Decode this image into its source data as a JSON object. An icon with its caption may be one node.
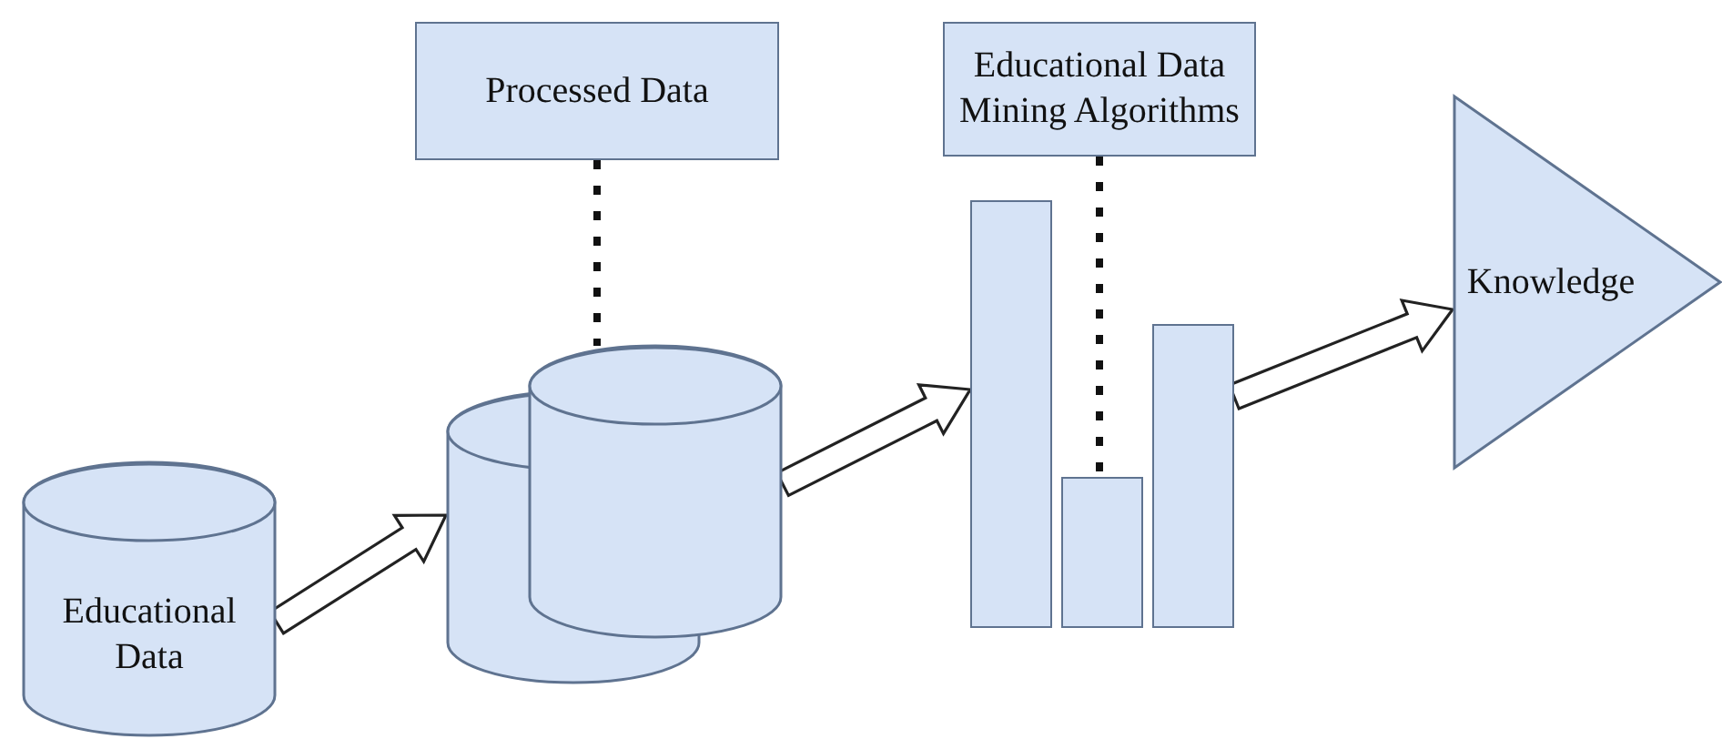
{
  "diagram": {
    "nodes": [
      {
        "text": [
          "Processed Data"
        ]
      },
      {
        "text": [
          "Educational Data Mining Algorithms"
        ]
      },
      {
        "text": [
          "Knowledge"
        ]
      },
      {
        "text": [
          "Educational Data"
        ]
      },
      {
        "text": [],
        "shape": "cylinder"
      },
      {
        "text": [],
        "shape": "cylinder"
      },
      {
        "text": [],
        "shape": "bar"
      },
      {
        "text": [],
        "shape": "bar"
      },
      {
        "text": [],
        "shape": "bar"
      }
    ],
    "edges": [
      {
        "from": 3,
        "to": 4,
        "arrow": "to"
      },
      {
        "from": 5,
        "to": 6,
        "arrow": "to"
      },
      {
        "from": 8,
        "to": 2,
        "arrow": "to"
      },
      {
        "from": 0,
        "to": 5,
        "arrow": "none",
        "style": "dashed"
      },
      {
        "from": 1,
        "to": 7,
        "arrow": "none",
        "style": "dashed"
      }
    ]
  }
}
